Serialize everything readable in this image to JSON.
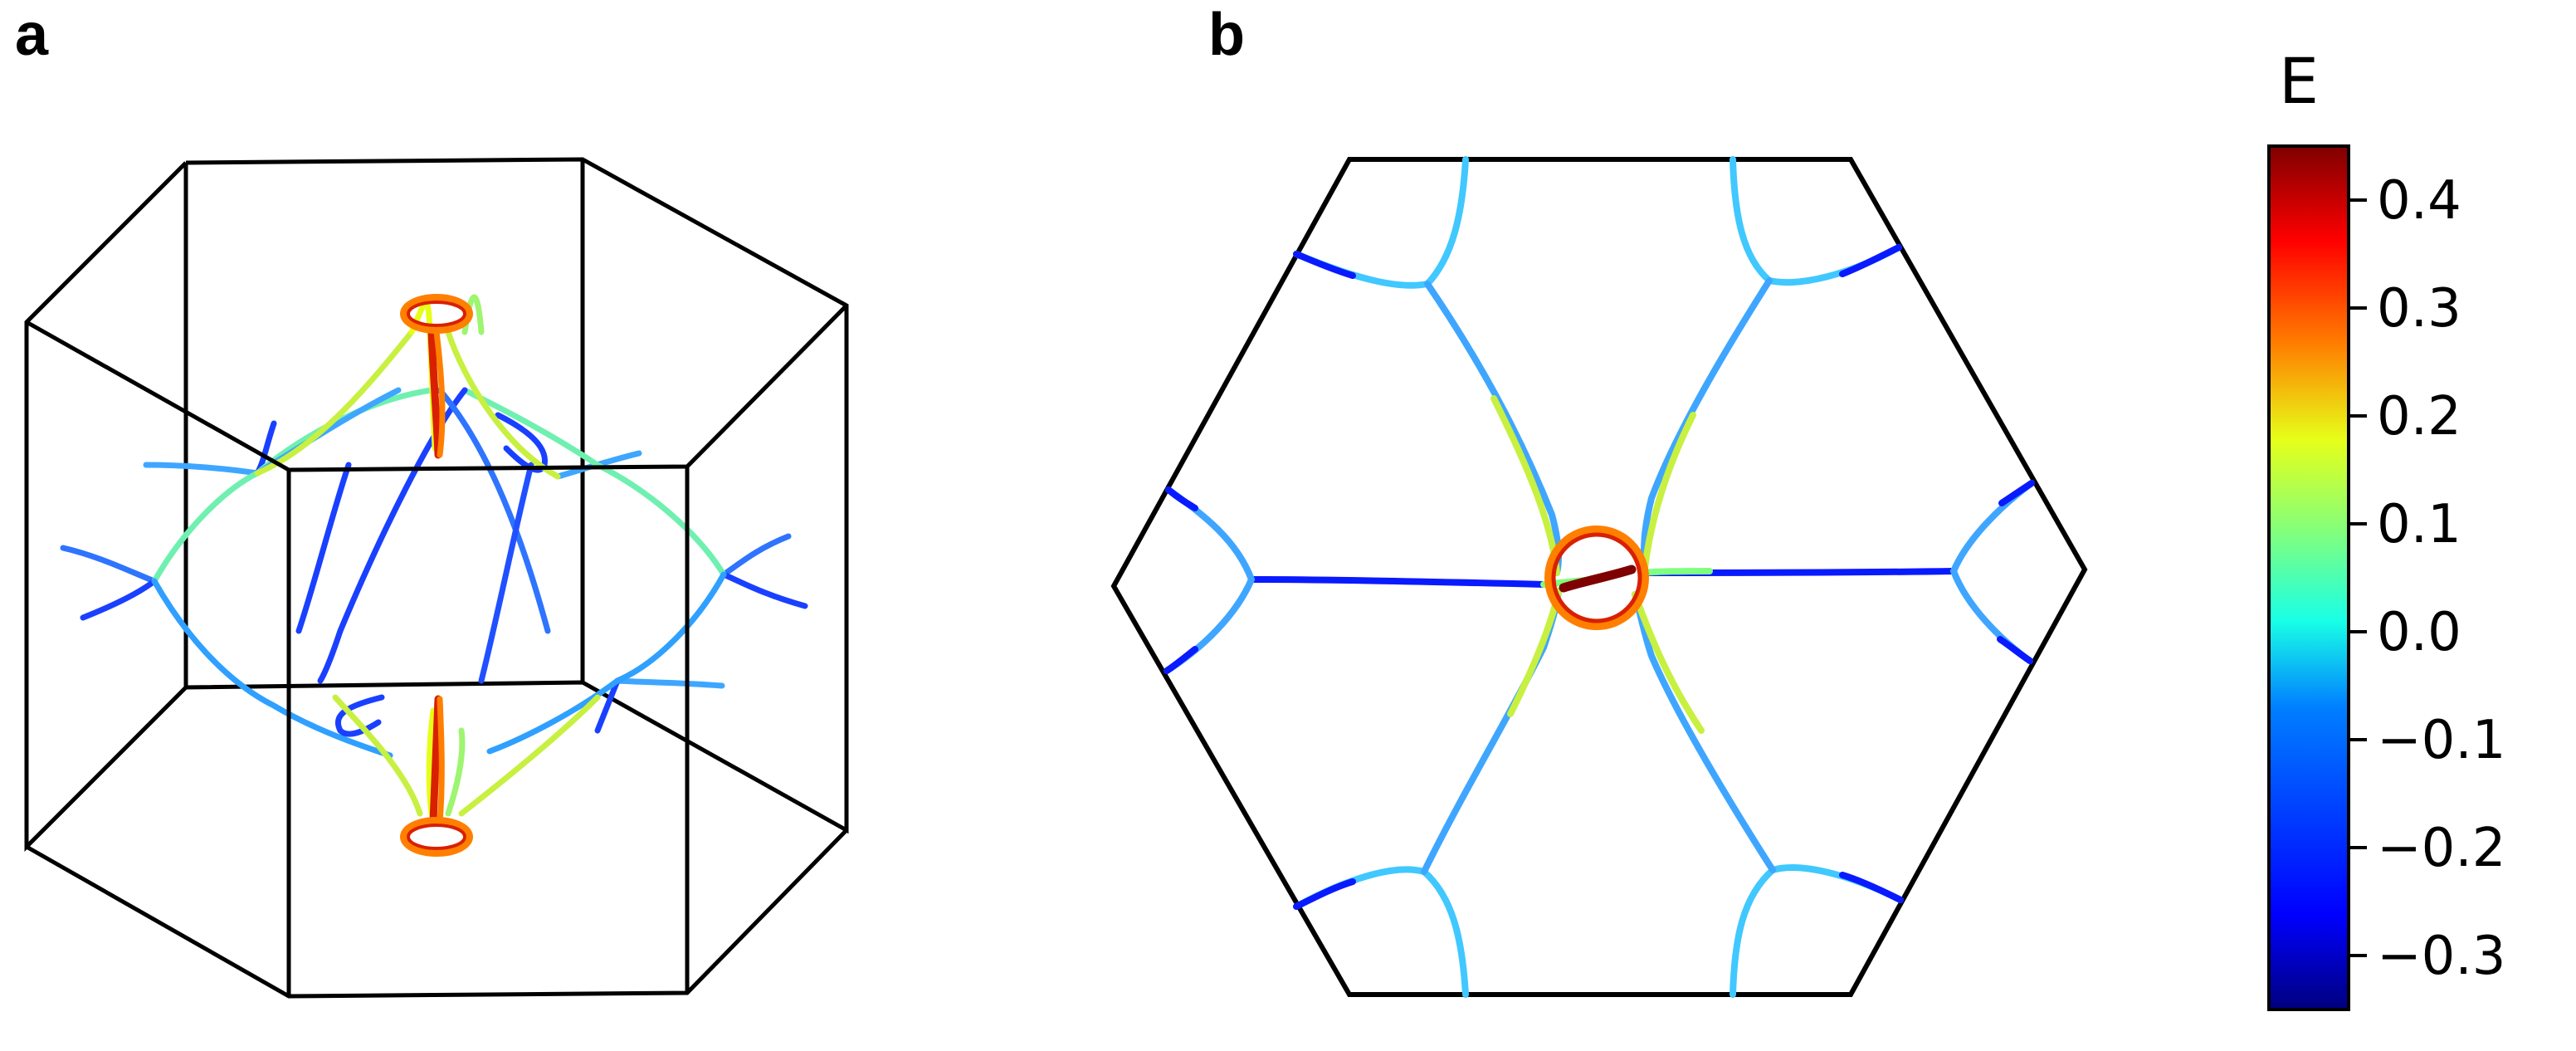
{
  "panels": {
    "a": {
      "label": "a"
    },
    "b": {
      "label": "b"
    }
  },
  "colorbar": {
    "title": "E",
    "min": -0.35,
    "max": 0.45,
    "colormap": "jet",
    "ticks": [
      {
        "value": 0.4,
        "label": "0.4"
      },
      {
        "value": 0.3,
        "label": "0.3"
      },
      {
        "value": 0.2,
        "label": "0.2"
      },
      {
        "value": 0.1,
        "label": "0.1"
      },
      {
        "value": 0.0,
        "label": "0.0"
      },
      {
        "value": -0.1,
        "label": "−0.1"
      },
      {
        "value": -0.2,
        "label": "−0.2"
      },
      {
        "value": -0.3,
        "label": "−0.3"
      }
    ]
  },
  "colors": {
    "frame": "#000000",
    "jet_stops": [
      "#00007f",
      "#0000ff",
      "#007fff",
      "#19ffe6",
      "#7fff7f",
      "#e6ff19",
      "#ff7f00",
      "#ff0000",
      "#7f0000"
    ]
  }
}
